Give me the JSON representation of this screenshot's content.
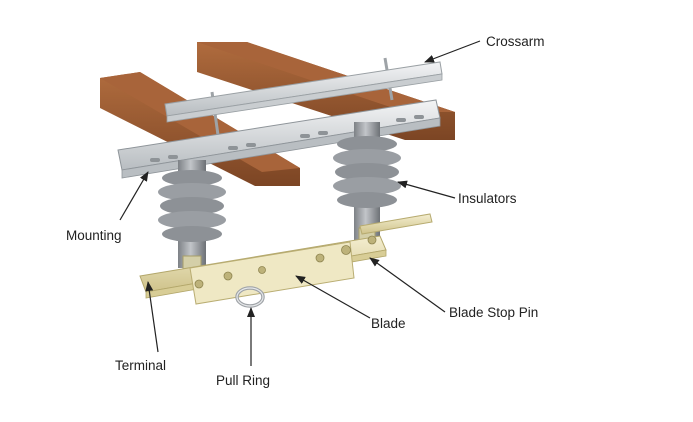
{
  "labels": {
    "crossarm": "Crossarm",
    "insulators": "Insulators",
    "mounting": "Mounting",
    "blade_stop_pin": "Blade Stop Pin",
    "blade": "Blade",
    "terminal": "Terminal",
    "pull_ring": "Pull Ring"
  },
  "colors": {
    "wood": "#9a5a33",
    "wood_dark": "#6e3d20",
    "steel": "#e3e6e8",
    "steel_dark": "#a9aeb2",
    "insulator": "#9ea1a6",
    "insulator_dark": "#6f7378",
    "brass": "#ece4b8",
    "brass_dark": "#c7bc84",
    "leader": "#222222"
  }
}
